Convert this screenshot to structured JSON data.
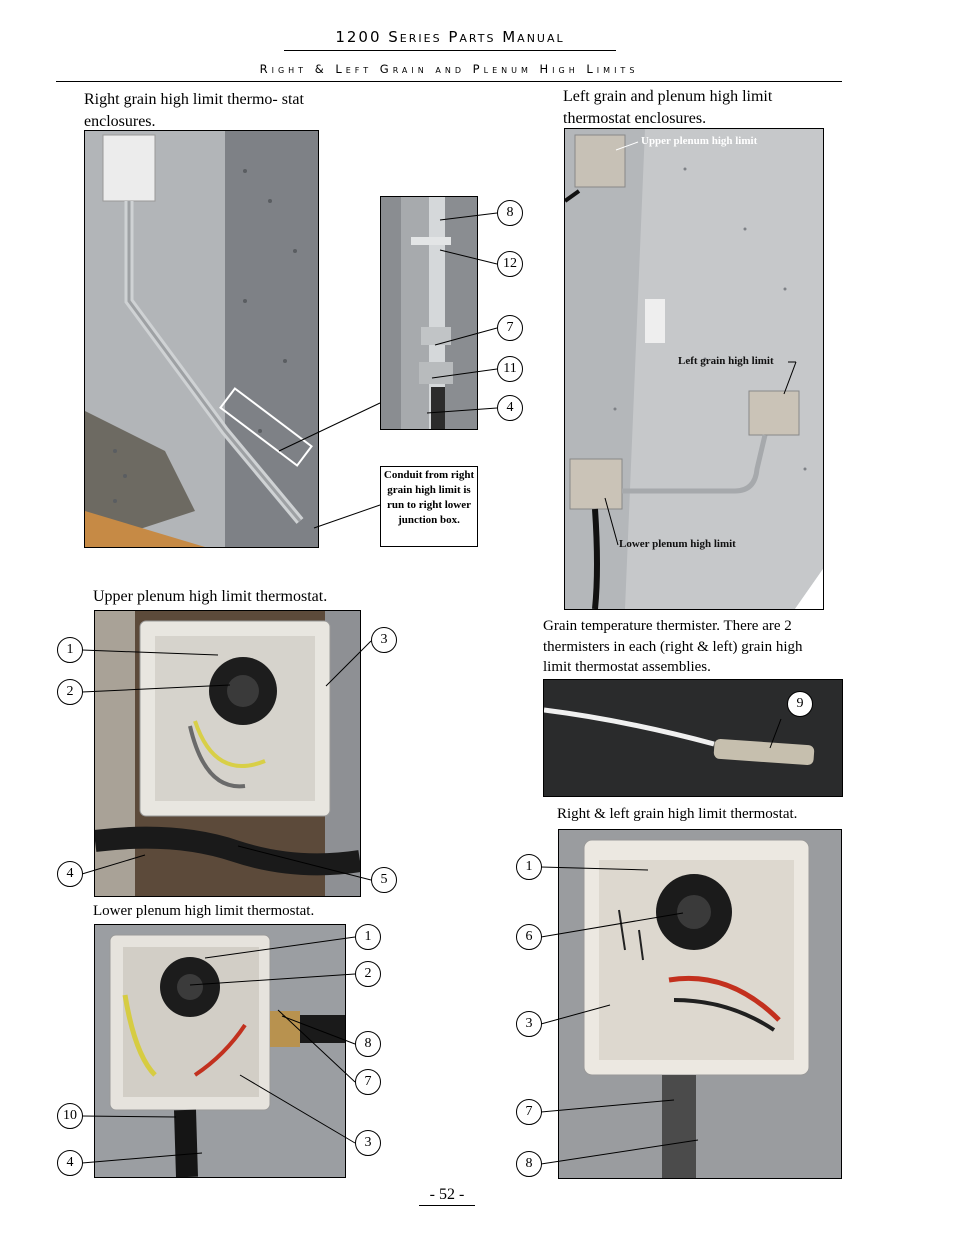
{
  "header": {
    "title": "1200 Series Parts Manual",
    "subtitle": "Right & Left Grain and Plenum High Limits"
  },
  "captions": {
    "right_enclosures": "Right grain high limit thermo- stat enclosures.",
    "left_enclosures": "Left grain and plenum high limit thermostat enclosures.",
    "upper_plenum": "Upper plenum high limit thermostat.",
    "thermister": "Grain temperature thermister. There are 2 thermisters in each (right & left) grain high limit thermostat assemblies.",
    "lower_plenum": "Lower plenum high limit thermostat.",
    "right_left_grain": "Right & left grain high limit thermostat."
  },
  "photo_labels": {
    "upper_plenum": "Upper plenum high limit",
    "left_grain": "Left grain high limit",
    "lower_plenum": "Lower plenum high limit"
  },
  "conduit_note": "Conduit from right grain high limit is run to right lower junction box.",
  "callouts": {
    "detail": [
      "8",
      "12",
      "7",
      "11",
      "4"
    ],
    "thermister": [
      "9"
    ],
    "upper_plenum": [
      "1",
      "2",
      "3",
      "4",
      "5"
    ],
    "lower_plenum": [
      "1",
      "2",
      "8",
      "7",
      "10",
      "3",
      "4"
    ],
    "grain_thermostat": [
      "1",
      "6",
      "3",
      "7",
      "8"
    ]
  },
  "page_number": "- 52 -"
}
